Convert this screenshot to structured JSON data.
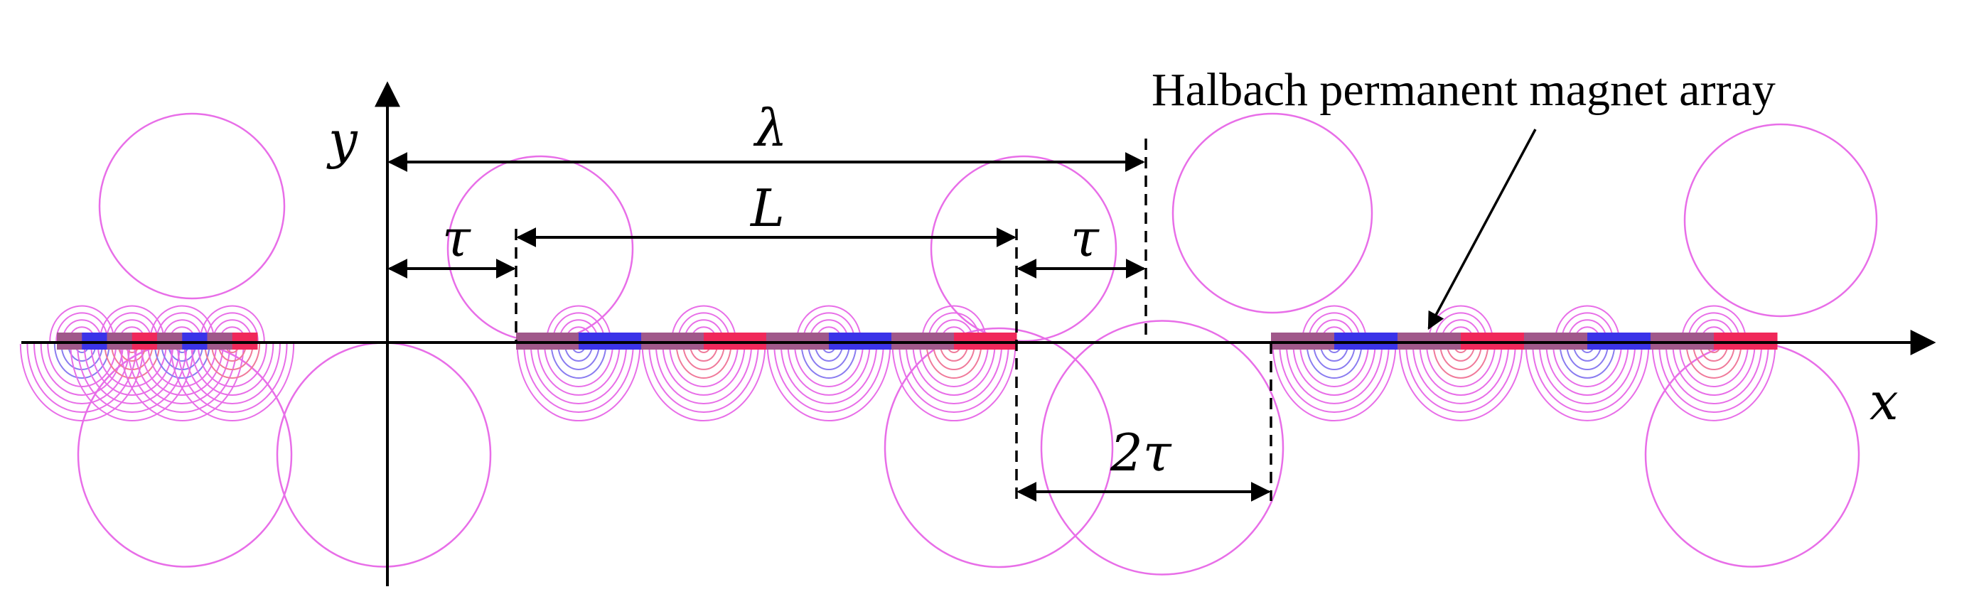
{
  "diagram": {
    "caption": "Halbach permanent magnet array",
    "axis_x_label": "x",
    "axis_y_label": "y",
    "dim_wavelength_label": "λ",
    "dim_length_label": "L",
    "dim_tau_left_label": "τ",
    "dim_tau_right_label": "τ",
    "dim_gap_label": "2τ"
  },
  "colors": {
    "field_lines": "#e86ee8",
    "magnet_blue": "#3a33e8",
    "magnet_red": "#f0285a",
    "magnet_purple": "#a0588a",
    "axis": "#000000"
  }
}
